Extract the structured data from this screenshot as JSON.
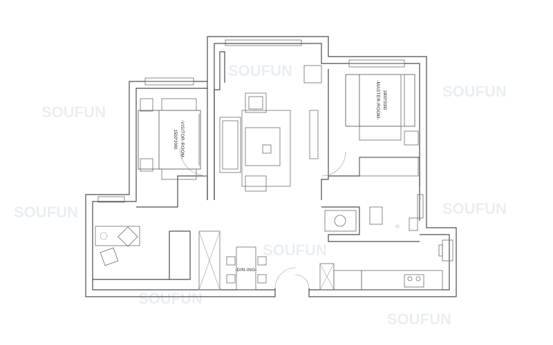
{
  "rooms": {
    "master": {
      "label": "-MASTER-ROOM-",
      "bed_size": "1800*2000"
    },
    "visitor": {
      "label": "-VISITOR-ROOM-",
      "bed_size": "1500*2000"
    },
    "dining": {
      "label": "-DIN-ING-"
    }
  },
  "watermark": {
    "text": "SOUFUN"
  },
  "colors": {
    "line": "#4a4a4a",
    "background": "#ffffff"
  }
}
